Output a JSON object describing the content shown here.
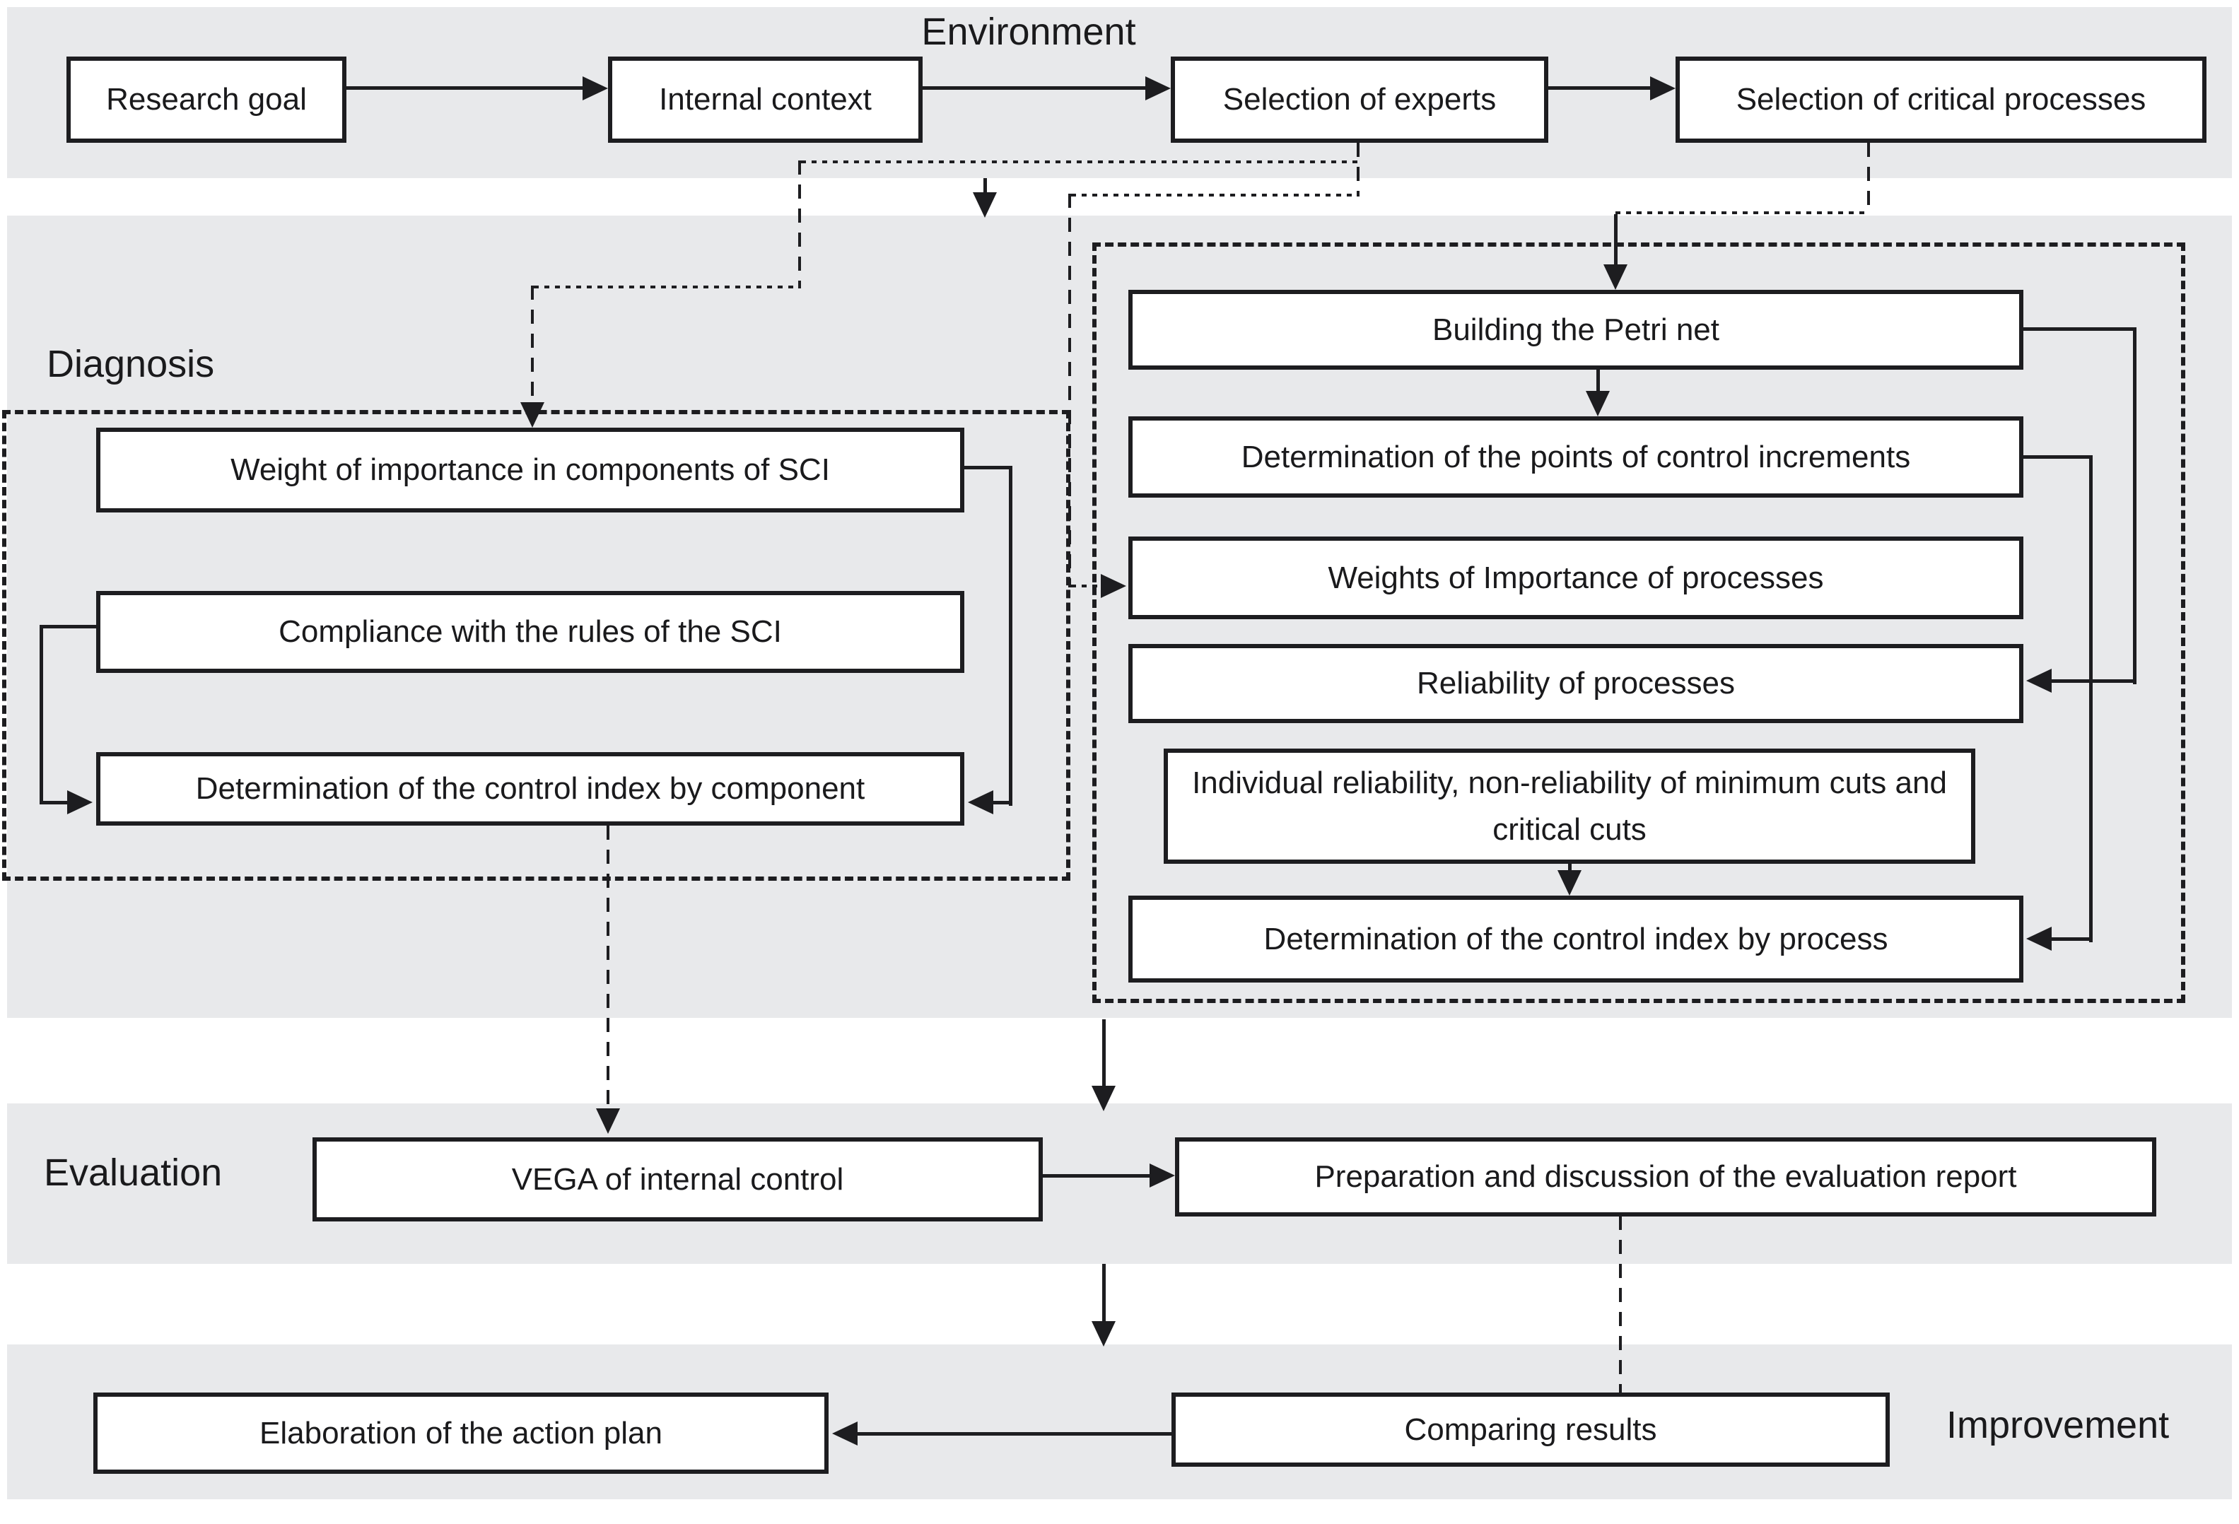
{
  "colors": {
    "band_bg": "#e8e9eb",
    "box_bg": "#ffffff",
    "line": "#1d1d20",
    "text": "#1a1a1c"
  },
  "sections": {
    "environment": {
      "label": "Environment",
      "boxes": {
        "research_goal": "Research goal",
        "internal_context": "Internal context",
        "selection_of_experts": "Selection of experts",
        "selection_of_critical_processes": "Selection of critical processes"
      }
    },
    "diagnosis": {
      "label": "Diagnosis",
      "sci_group": {
        "weight_of_importance": "Weight of importance in components of SCI",
        "compliance_rules": "Compliance with the rules of the SCI",
        "control_index_by_component": "Determination of the control index by component"
      },
      "process_group": {
        "building_petri_net": "Building the Petri net",
        "points_of_control_increments": "Determination of the points of control increments",
        "weights_of_importance_processes": "Weights of Importance of processes",
        "reliability_of_processes": "Reliability of processes",
        "individual_reliability": "Individual reliability, non-reliability of minimum cuts and critical cuts",
        "control_index_by_process": "Determination of the control index by process"
      }
    },
    "evaluation": {
      "label": "Evaluation",
      "boxes": {
        "vega": "VEGA of internal control",
        "preparation_report": "Preparation and discussion of the evaluation report"
      }
    },
    "improvement": {
      "label": "Improvement",
      "boxes": {
        "comparing_results": "Comparing results",
        "action_plan": "Elaboration of the action plan"
      }
    }
  }
}
